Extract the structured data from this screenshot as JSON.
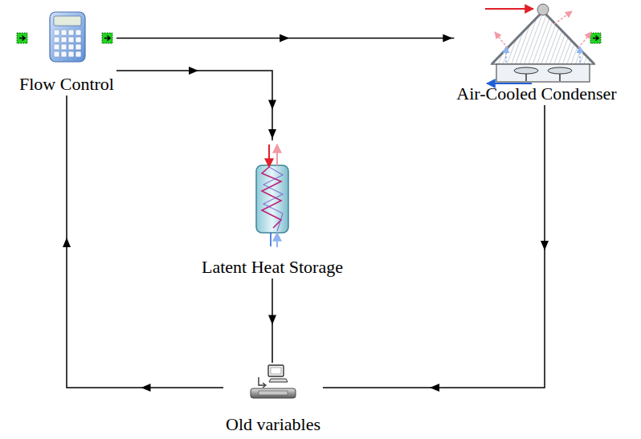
{
  "diagram": {
    "nodes": [
      {
        "text": [
          "Flow Control"
        ]
      },
      {
        "text": [
          "Air-Cooled Condenser"
        ]
      },
      {
        "text": [
          "Latent Heat Storage"
        ]
      },
      {
        "text": [
          "Old variables"
        ]
      }
    ],
    "edges": [
      {
        "from": 0,
        "to": 1,
        "arrow": "to"
      },
      {
        "from": 0,
        "to": 2,
        "arrow": "to"
      },
      {
        "from": 2,
        "to": 3,
        "arrow": "to"
      },
      {
        "from": 1,
        "to": 3,
        "arrow": "to"
      },
      {
        "from": 3,
        "to": 0,
        "arrow": "to"
      }
    ]
  }
}
